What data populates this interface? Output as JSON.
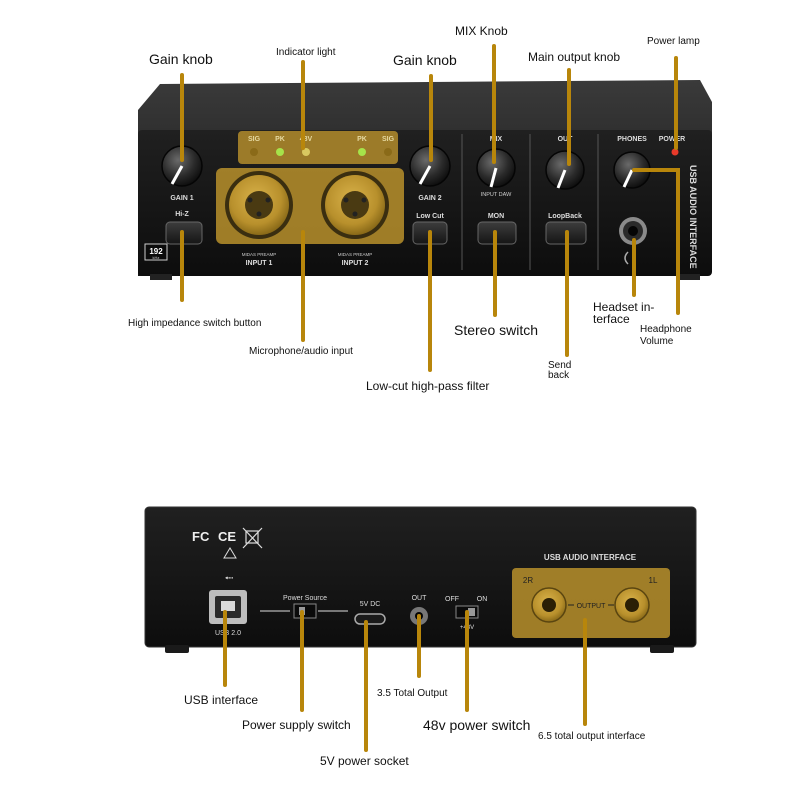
{
  "callouts": {
    "gain_knob_1": "Gain knob",
    "indicator_light": "Indicator light",
    "gain_knob_2": "Gain knob",
    "mix_knob": "MIX Knob",
    "main_output_knob": "Main output knob",
    "power_lamp": "Power lamp",
    "hi_z_button": "High impedance switch button",
    "mic_input": "Microphone/audio input",
    "low_cut": "Low-cut high-pass filter",
    "stereo_switch": "Stereo switch",
    "send_back_1": "Send",
    "send_back_2": "back",
    "headset_1": "Headset in-",
    "headset_2": "terface",
    "headphone_vol_1": "Headphone",
    "headphone_vol_2": "Volume",
    "usb_interface": "USB interface",
    "power_supply_switch": "Power supply switch",
    "power_socket": "5V power socket",
    "total_output_35": "3.5 Total Output",
    "switch_48v": "48v power switch",
    "total_output_65": "6.5 total output interface"
  },
  "front_panel": {
    "sig_1": "SIG",
    "pk_1": "PK",
    "v48": "48V",
    "pk_2": "PK",
    "sig_2": "SIG",
    "gain_1": "GAIN 1",
    "gain_2": "GAIN 2",
    "mix": "MIX",
    "mix_sub": "INPUT  DAW",
    "out": "OUT",
    "phones": "PHONES",
    "power": "POWER",
    "hi_z": "Hi-Z",
    "low_cut": "Low Cut",
    "mon": "MON",
    "loopback": "LoopBack",
    "input_1": "INPUT 1",
    "input_2": "INPUT 2",
    "preamp_1": "MIDAS PREAMP",
    "preamp_2": "MIDAS PREAMP",
    "badge_192": "192",
    "badge_khz": "kHz",
    "side_text": "USB AUDIO INTERFACE"
  },
  "rear_panel": {
    "fc": "FC",
    "ce": "CE",
    "usb_symbol": "⭪",
    "usb_label": "USB 2.0",
    "power_source": "Power Source",
    "dc_label": "5V DC",
    "out_label": "OUT",
    "off_label": "OFF",
    "on_label": "ON",
    "v48_label": "+48V",
    "title": "USB AUDIO INTERFACE",
    "ch_2r": "2R",
    "ch_1l": "1L",
    "output": "OUTPUT"
  },
  "colors": {
    "callout": "#b8860b",
    "panel": "#1c1c1c",
    "led_green": "#a6e34a",
    "led_red": "#e83a2a"
  }
}
